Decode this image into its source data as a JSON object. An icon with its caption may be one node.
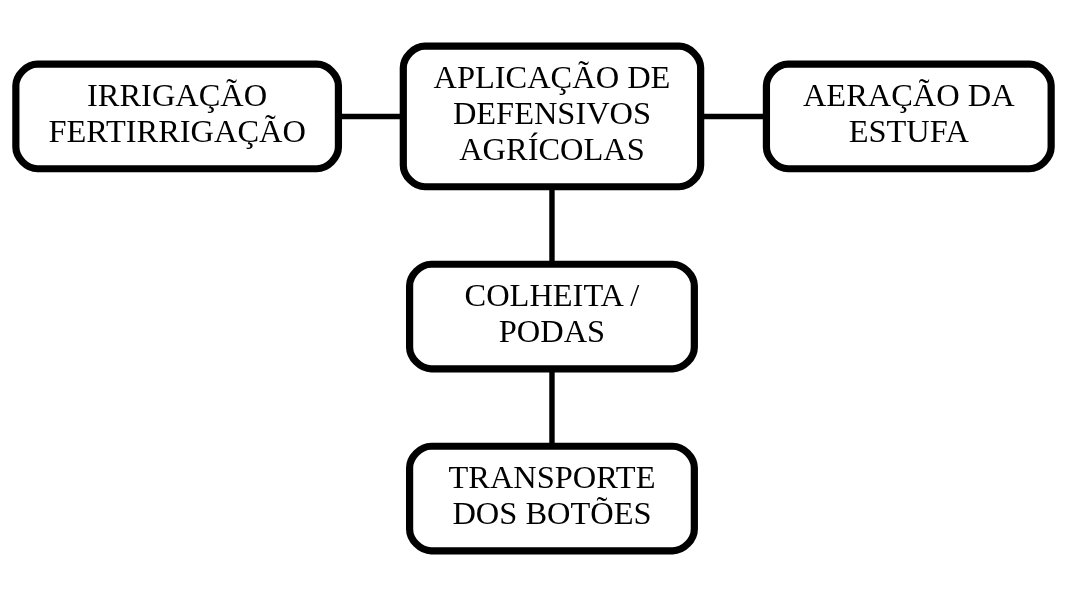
{
  "diagram": {
    "nodes": [
      {
        "text": [
          "IRRIGAÇÃO FERTIRRIGAÇÃO"
        ]
      },
      {
        "text": [
          "APLICAÇÃO DE DEFENSIVOS AGRÍCOLAS"
        ]
      },
      {
        "text": [
          "AERAÇÃO DA ESTUFA"
        ]
      },
      {
        "text": [
          "COLHEITA / PODAS"
        ]
      },
      {
        "text": [
          "TRANSPORTE DOS BOTÕES"
        ]
      }
    ],
    "edges": [
      {
        "from": 0,
        "to": 1,
        "arrow": "none"
      },
      {
        "from": 1,
        "to": 2,
        "arrow": "none"
      },
      {
        "from": 1,
        "to": 3,
        "arrow": "none"
      },
      {
        "from": 3,
        "to": 4,
        "arrow": "none"
      }
    ]
  }
}
